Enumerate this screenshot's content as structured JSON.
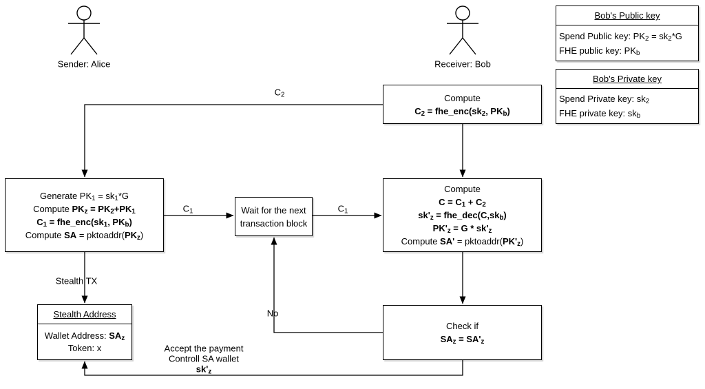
{
  "actors": {
    "alice": {
      "label": "Sender: Alice"
    },
    "bob": {
      "label": "Receiver: Bob"
    }
  },
  "key_boxes": {
    "public": {
      "title": "Bob's Public key",
      "lines": [
        "Spend Public key: PK~2~ = sk~2~*G",
        "FHE public key: PK~b~"
      ]
    },
    "private": {
      "title": "Bob's Private key",
      "lines": [
        "Spend Private key: sk~2~",
        "FHE private key: sk~b~"
      ]
    }
  },
  "nodes": {
    "compute_c2": {
      "lines": [
        "Compute",
        "**C~2~ = fhe_enc(sk~2~, PK~b~)**"
      ]
    },
    "sender_compute": {
      "lines": [
        "Generate PK~1~ = sk~1~*G",
        "Compute **PK~z~ = PK~2~+PK~1~**",
        "**C~1~ = fhe_enc(sk~1~, PK~b~)**",
        "Compute **SA** = pktoaddr(**PK~z~**)"
      ]
    },
    "wait": {
      "lines": [
        "Wait for the next",
        "transaction block"
      ]
    },
    "receiver_compute": {
      "lines": [
        "Compute",
        "**C = C~1~ + C~2~**",
        "**sk'~z~ = fhe_dec(C,sk~b~)**",
        "**PK'~z~ = G * sk'~z~**",
        "Compute **SA'** = pktoaddr(**PK'~z~**)"
      ]
    },
    "check": {
      "lines": [
        "Check if",
        "**SA~z~ = SA'~z~**"
      ]
    },
    "stealth": {
      "title": "Stealth Address",
      "lines": [
        "Wallet Address: **SA~z~**",
        "Token: x"
      ]
    }
  },
  "edge_labels": {
    "c2": "C~2~",
    "c1_left": "C~1~",
    "c1_right": "C~1~",
    "stealth_tx": "Stealth TX",
    "no": "No",
    "accept": [
      "Accept the payment",
      "Controll SA wallet",
      "**sk'~z~**"
    ]
  },
  "colors": {
    "line": "#000000",
    "background": "#ffffff",
    "text": "#000000"
  }
}
